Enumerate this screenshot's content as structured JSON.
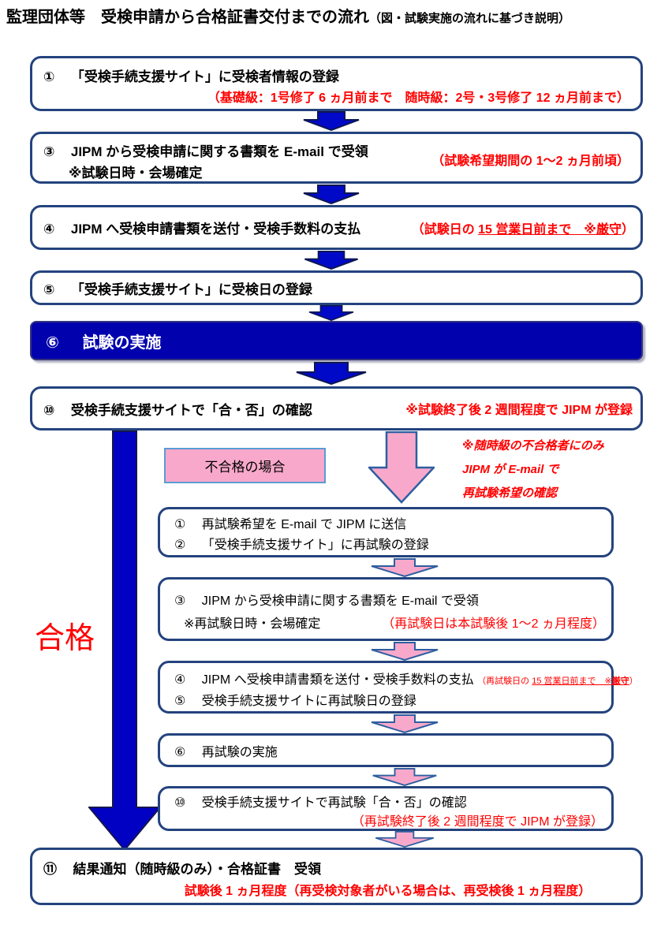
{
  "title": {
    "main": "監理団体等　受検申請から合格証書交付までの流れ",
    "sub": "（図・試験実施の流れに基づき説明）"
  },
  "colors": {
    "box_border_navy": "#24437E",
    "arrow_blue_fill": "#0009C8",
    "arrow_blue_stroke": "#0D1752",
    "exam_box_fill": "#0101AE",
    "pink_fill": "#F8A9CB",
    "pink_border_light": "#5B9BD5",
    "pink_arrow_stroke": "#2E5FA0",
    "note_red": "#FF0000"
  },
  "main_flow": {
    "box1": {
      "num": "①",
      "title": "「受検手続支援サイト」に受検者情報の登録",
      "note": "（基礎級：1号修了 6 ヵ月前まで　随時級：2号・3号修了 12 ヵ月前まで）"
    },
    "box3": {
      "num": "③",
      "title": "JIPM から受検申請に関する書類を E-mail で受領",
      "subtitle": "※試験日時・会場確定",
      "note": "（試験希望期間の 1～2 ヵ月前頃）"
    },
    "box4": {
      "num": "④",
      "title": "JIPM へ受検申請書類を送付・受検手数料の支払",
      "note_prefix": "（試験日の ",
      "note_underlined": "15 営業日前まで　※",
      "note_bold": "厳守",
      "note_suffix": "）"
    },
    "box5": {
      "num": "⑤",
      "title": "「受検手続支援サイト」に受検日の登録"
    },
    "box6": {
      "num": "⑥",
      "title": "試験の実施"
    },
    "box10": {
      "num": "⑩",
      "title": "受検手続支援サイトで「合・否」の確認",
      "note": "※試験終了後 2 週間程度で JIPM が登録"
    }
  },
  "branch": {
    "pass_label": "合格",
    "fail_label": "不合格の場合",
    "fail_note_lines": [
      "※随時級の不合格者にのみ",
      "JIPM が E-mail で",
      "再試験希望の確認"
    ],
    "box12": {
      "line1_num": "①",
      "line1": "再試験希望を E-mail で JIPM に送信",
      "line2_num": "②",
      "line2": "「受検手続支援サイト」に再試験の登録"
    },
    "box3r": {
      "num": "③",
      "title": "JIPM から受検申請に関する書類を E-mail で受領",
      "subtitle": "※再試験日時・会場確定",
      "note": "（再試験日は本試験後 1～2 ヵ月程度）"
    },
    "box45r": {
      "line1_num": "④",
      "line1": "JIPM へ受検申請書類を送付・受検手数料の支払",
      "note_prefix": "（再試験日の ",
      "note_underlined": "15 営業日前まで　※",
      "note_bold": "厳守",
      "note_suffix": "）",
      "line2_num": "⑤",
      "line2": "受検手続支援サイトに再試験日の登録"
    },
    "box6r": {
      "num": "⑥",
      "title": "再試験の実施"
    },
    "box10r": {
      "num": "⑩",
      "title": "受検手続支援サイトで再試験「合・否」の確認",
      "note": "（再試験終了後 2 週間程度で JIPM が登録）"
    }
  },
  "final": {
    "num": "⑪",
    "title": "結果通知（随時級のみ）・合格証書　受領",
    "note": "試験後 1 ヵ月程度（再受検対象者がいる場合は、再受検後 1 ヵ月程度）"
  }
}
